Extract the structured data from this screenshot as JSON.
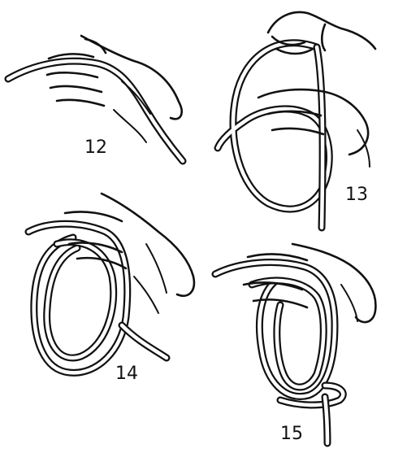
{
  "figures": [
    {
      "id": "12",
      "label": "12"
    },
    {
      "id": "13",
      "label": "13"
    },
    {
      "id": "14",
      "label": "14"
    },
    {
      "id": "15",
      "label": "15"
    }
  ]
}
